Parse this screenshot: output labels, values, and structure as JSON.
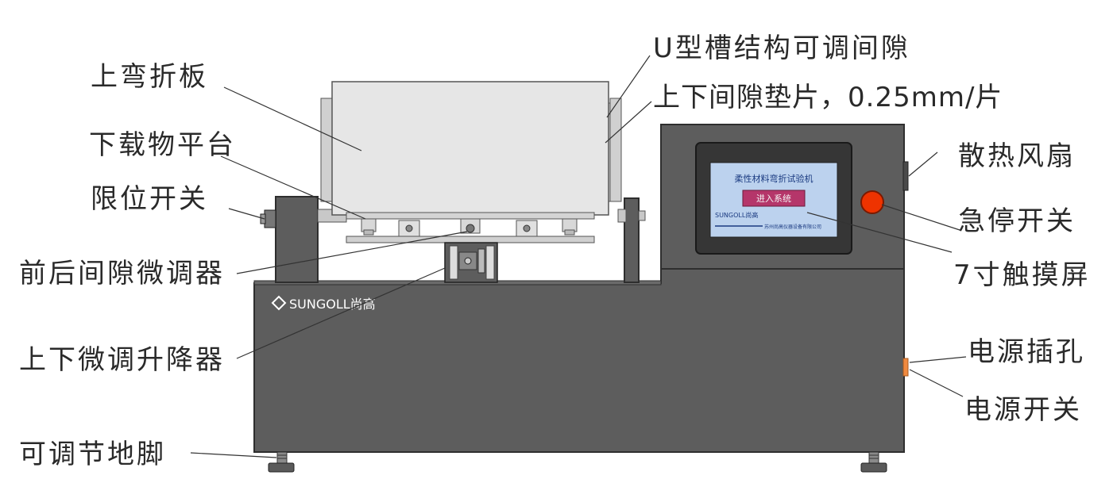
{
  "labels": {
    "upper_bend_plate": "上弯折板",
    "lower_platform": "下载物平台",
    "limit_switch": "限位开关",
    "front_back_adjuster": "前后间隙微调器",
    "up_down_lifter": "上下微调升降器",
    "adjustable_feet": "可调节地脚",
    "u_groove": "U型槽结构可调间隙",
    "gap_shim": "上下间隙垫片，0.25mm/片",
    "cooling_fan": "散热风扇",
    "emergency_stop": "急停开关",
    "touch_screen": "7寸触摸屏",
    "power_socket": "电源插孔",
    "power_switch": "电源开关"
  },
  "screen": {
    "title": "柔性材料弯折试验机",
    "enter_button": "进入系统",
    "logo": "SUNGOLL尚高",
    "footer": "苏州尚高仪器设备有限公司"
  },
  "brand": {
    "logo_text": "SUNGOLL尚高"
  },
  "colors": {
    "machine_body": "#5d5d5d",
    "screen_bg": "#bcd2ee",
    "enter_button": "#b5366a",
    "estop": "#ee3300",
    "power_socket": "#f08a40"
  }
}
